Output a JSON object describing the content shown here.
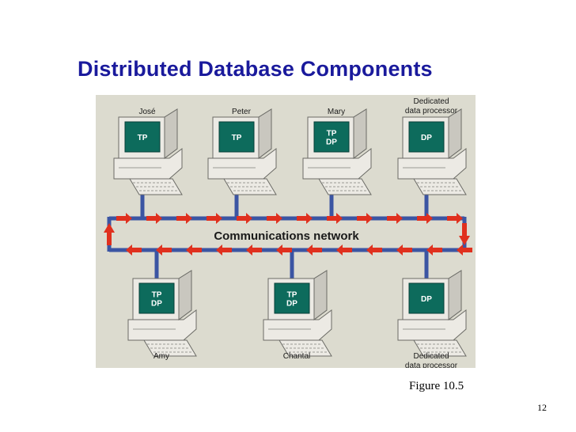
{
  "slide": {
    "title": "Distributed Database Components",
    "caption": "Figure 10.5",
    "page_number": "12"
  },
  "diagram": {
    "network_label": "Communications network",
    "top_nodes": [
      {
        "label": "José",
        "screen": [
          "TP"
        ]
      },
      {
        "label": "Peter",
        "screen": [
          "TP"
        ]
      },
      {
        "label": "Mary",
        "screen": [
          "TP",
          "DP"
        ]
      },
      {
        "label": "Dedicated\ndata processor",
        "screen": [
          "DP"
        ]
      }
    ],
    "bottom_nodes": [
      {
        "label": "Amy",
        "screen": [
          "TP",
          "DP"
        ]
      },
      {
        "label": "Chantal",
        "screen": [
          "TP",
          "DP"
        ]
      },
      {
        "label": "Dedicated\ndata processor",
        "screen": [
          "DP"
        ]
      }
    ],
    "colors": {
      "background": "#dcdbcf",
      "line": "#3b55a3",
      "arrow": "#e0301e",
      "screen": "#0d6b5c",
      "computer": "#eceae4",
      "title": "#1a1a9c"
    }
  }
}
